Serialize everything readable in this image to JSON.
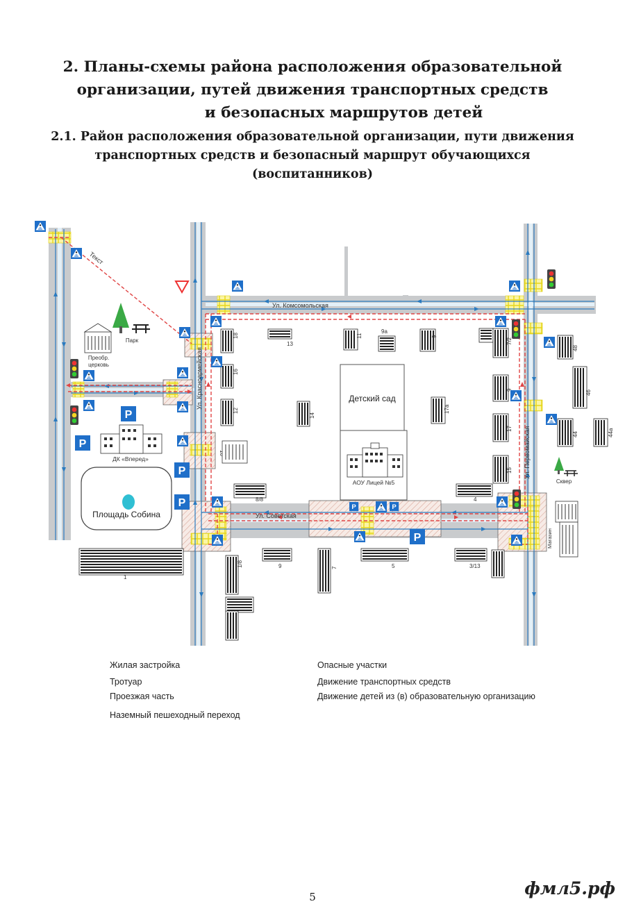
{
  "title": {
    "line1": "2.  Планы-схемы района расположения образовательной",
    "line2": "организации, путей движения транспортных средств",
    "line3": "и безопасных маршрутов детей"
  },
  "subtitle": {
    "line1": "2.1. Район расположения образовательной организации, пути движения",
    "line2": "транспортных средств и безопасный  маршрут  обучающихся",
    "line3": "(воспитанников)"
  },
  "map": {
    "streets": {
      "komsomolskaya": "Ул. Комсомольская",
      "sovetskaya": "Ул. Советская",
      "pervomayskaya": "Ул. Первомайская",
      "krasnoarm": "Ул. Красноармейская",
      "text": "Текст"
    },
    "places": {
      "kindergarten": "Детский сад",
      "lyceum": "АОУ Лицей №5",
      "square": "Площадь Собина",
      "dk": "ДК «Вперед»",
      "park": "Парк",
      "church": "Преобр. церковь",
      "skver": "Сквер",
      "shops": "Магазин"
    },
    "house_numbers": {
      "h13": "13",
      "h11": "11",
      "h9a": "9а",
      "h9top": "9",
      "h18": "18",
      "h16": "16",
      "h12": "12",
      "h14": "14",
      "h17a": "17а",
      "h10": "10",
      "h8_8": "8/8",
      "h1": "1",
      "h1_8": "1/8",
      "h9bot": "9",
      "h7": "7",
      "h5": "5",
      "h3_13": "3/13",
      "h4": "4",
      "h7_2": "7/2",
      "h9right": "9",
      "h17": "17",
      "h15": "15",
      "h48": "48",
      "h46": "46",
      "h44": "44",
      "h44a": "44а"
    },
    "parking_letter": "P"
  },
  "legend": {
    "housing": "Жилая застройка",
    "sidewalk": "Тротуар",
    "roadway": "Проезжая часть",
    "crossing": "Наземный пешеходный переход",
    "danger": "Опасные участки",
    "traffic": "Движение транспортных средств",
    "children": "Движение детей из (в) образовательную организацию"
  },
  "colors": {
    "road": "#c9cbcd",
    "traffic_line": "#2a7bc0",
    "child_path": "#e04545",
    "crossing": "#f1ea3c",
    "danger": "#e8b9b2",
    "sign_blue": "#1f6fc9"
  },
  "page_number": "5",
  "watermark": "фмл5.рф"
}
